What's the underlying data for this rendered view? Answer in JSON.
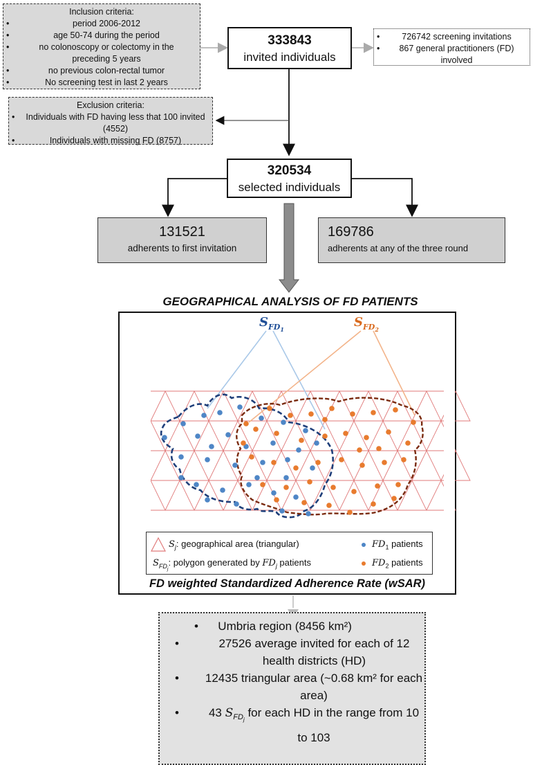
{
  "inclusion": {
    "title": "Inclusion criteria:",
    "items": [
      "period 2006-2012",
      "age 50-74 during the period",
      "no colonoscopy or colectomy in the preceding 5 years",
      "no previous colon-rectal tumor",
      "No screening test in last 2 years"
    ]
  },
  "invited": {
    "number": "333843",
    "label": "invited individuals"
  },
  "screening_info": [
    "726742 screening invitations",
    "867 general practitioners (FD) involved"
  ],
  "exclusion": {
    "title": "Exclusion criteria:",
    "items": [
      "Individuals with FD having less that 100 invited (4552)",
      "Individuals with missing FD (8757)"
    ]
  },
  "selected": {
    "number": "320534",
    "label": "selected individuals"
  },
  "adherents_first": {
    "number": "131521",
    "label": "adherents to first invitation"
  },
  "adherents_any": {
    "number": "169786",
    "label": "adherents at any of the three round"
  },
  "geo": {
    "title": "GEOGRAPHICAL ANALYSIS OF FD PATIENTS",
    "sfd1_label": "S",
    "sfd1_sub": "FD",
    "sfd1_subsub": "1",
    "sfd2_label": "S",
    "sfd2_sub": "FD",
    "sfd2_subsub": "2",
    "legend_sj": "S",
    "legend_sj_sub": "j",
    "legend_sj_text": ": geographical area (triangular)",
    "legend_sfdj": "S",
    "legend_sfdj_sub": "FD",
    "legend_sfdj_subsub": "j",
    "legend_sfdj_text": ": polygon generated by ",
    "legend_fdj": "FD",
    "legend_fdj_sub": "j",
    "legend_patients": " patients",
    "legend_fd1": "FD",
    "legend_fd1_sub": "1",
    "legend_fd1_text": " patients",
    "legend_fd2": "FD",
    "legend_fd2_sub": "2",
    "legend_fd2_text": " patients",
    "footer": "FD weighted Standardized Adherence Rate (wSAR)"
  },
  "colors": {
    "fd1": "#4e86c6",
    "fd2": "#e87b2e",
    "fd1_poly": "#1f3f7a",
    "fd2_poly": "#7a2a0e",
    "triangle": "#e07a7a",
    "fd1_line": "#a9c8e8",
    "fd2_line": "#f3b48a"
  },
  "umbria": {
    "items": [
      "Umbria region (8456 km²)",
      "27526 average invited for each of 12 health districts (HD)",
      "12435 triangular area (~0.68 km² for each area)",
      "for each HD in the range from 10 to 103"
    ],
    "item4_prefix": "43 ",
    "item4_s": "S",
    "item4_sub": "FD",
    "item4_subsub": "j"
  }
}
